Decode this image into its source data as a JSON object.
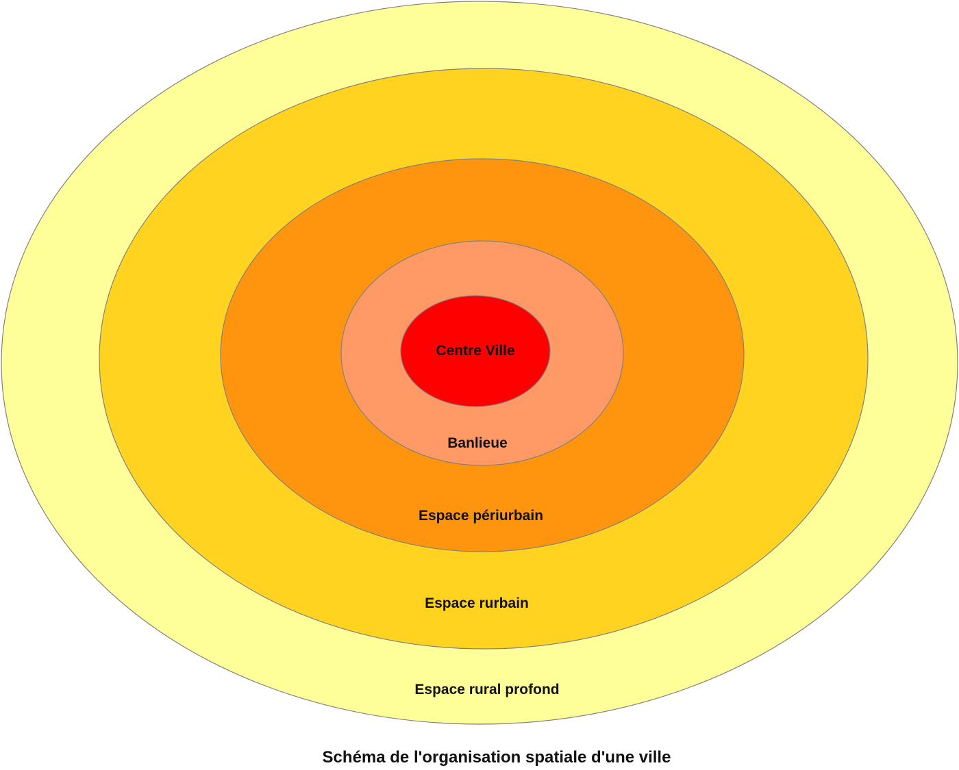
{
  "diagram": {
    "zones": [
      {
        "id": "rural",
        "label": "Espace rural profond",
        "fill": "#FFFF99"
      },
      {
        "id": "rurbain",
        "label": "Espace rurbain",
        "fill": "#FFD320"
      },
      {
        "id": "periurbain",
        "label": "Espace périurbain",
        "fill": "#FF950E"
      },
      {
        "id": "banlieue",
        "label": "Banlieue",
        "fill": "#FF9966"
      },
      {
        "id": "centre",
        "label": "Centre Ville",
        "fill": "#FF0000"
      }
    ],
    "outline_color": "#808080",
    "caption": "Schéma de l'organisation spatiale d'une ville"
  }
}
